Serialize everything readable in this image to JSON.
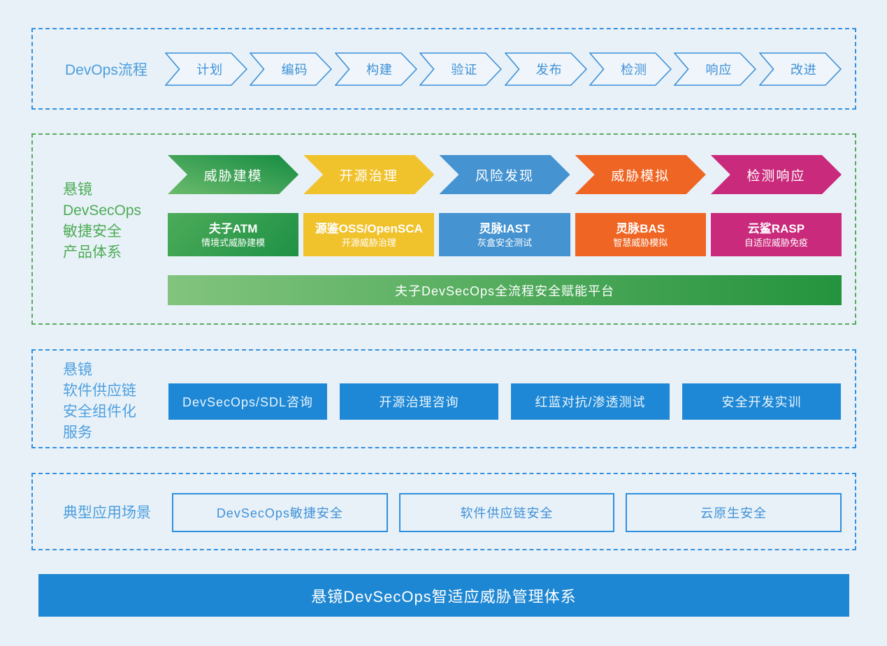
{
  "colors": {
    "background": "#e9f1f8",
    "blue_dashed_border": "#3290de",
    "green_dashed_border": "#57ab5e",
    "process_chevron_blue": "#3e91d8",
    "side_label_blue": "#4da0e0",
    "side_label_green": "#4cab55",
    "stage_green": "#1f9045",
    "stage_yellow": "#f0c22c",
    "stage_blue": "#4593d1",
    "stage_orange": "#ef6523",
    "stage_magenta": "#ca2a7c",
    "platform_gradient_left": "#82c47e",
    "platform_gradient_right": "#24933e",
    "service_button_blue": "#1e88d6",
    "footer_blue": "#1e87d3"
  },
  "devops_process": {
    "label": "DevOps流程",
    "steps": [
      "计划",
      "编码",
      "构建",
      "验证",
      "发布",
      "检测",
      "响应",
      "改进"
    ]
  },
  "product_system": {
    "label_lines": [
      "悬镜",
      "DevSecOps",
      "敏捷安全",
      "产品体系"
    ],
    "stages": [
      {
        "arrow": "威胁建模",
        "product": "夫子ATM",
        "subtitle": "情境式威胁建模",
        "color": "#1f9045"
      },
      {
        "arrow": "开源治理",
        "product": "源鉴OSS/OpenSCA",
        "subtitle": "开源威胁治理",
        "color": "#f0c22c"
      },
      {
        "arrow": "风险发现",
        "product": "灵脉IAST",
        "subtitle": "灰盒安全测试",
        "color": "#4593d1"
      },
      {
        "arrow": "威胁模拟",
        "product": "灵脉BAS",
        "subtitle": "智慧威胁模拟",
        "color": "#ef6523"
      },
      {
        "arrow": "检测响应",
        "product": "云鲨RASP",
        "subtitle": "自适应威胁免疫",
        "color": "#ca2a7c"
      }
    ],
    "platform": "夫子DevSecOps全流程安全赋能平台"
  },
  "services": {
    "label_lines": [
      "悬镜",
      "软件供应链",
      "安全组件化",
      "服务"
    ],
    "buttons": [
      "DevSecOps/SDL咨询",
      "开源治理咨询",
      "红蓝对抗/渗透测试",
      "安全开发实训"
    ]
  },
  "scenarios": {
    "label": "典型应用场景",
    "boxes": [
      "DevSecOps敏捷安全",
      "软件供应链安全",
      "云原生安全"
    ]
  },
  "footer": {
    "title": "悬镜DevSecOps智适应威胁管理体系"
  }
}
